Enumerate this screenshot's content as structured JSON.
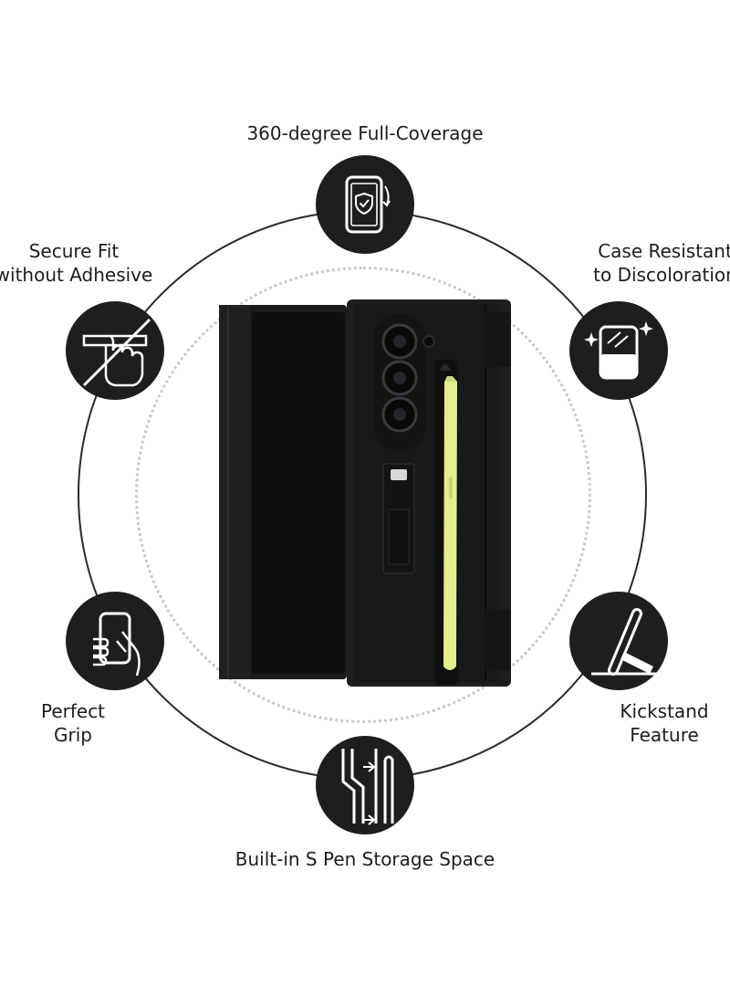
{
  "features": {
    "top": "360-degree Full-Coverage",
    "upper_left_line1": "Secure Fit",
    "upper_left_line2": "without Adhesive",
    "upper_right_line1": "Case Resistant",
    "upper_right_line2": "to Discoloration",
    "lower_left_line1": "Perfect",
    "lower_left_line2": "Grip",
    "lower_right_line1": "Kickstand",
    "lower_right_line2": "Feature",
    "bottom": "Built-in S Pen Storage Space"
  },
  "icons": {
    "top": "phone-shield-icon",
    "upper_left": "no-adhesive-hand-icon",
    "upper_right": "discoloration-resistant-icon",
    "lower_left": "hand-grip-icon",
    "lower_right": "kickstand-icon",
    "bottom": "pen-slot-icon"
  },
  "colors": {
    "case": "#1b1b1d",
    "badge": "#1e1e1e",
    "pen": "#e4ee8a"
  }
}
